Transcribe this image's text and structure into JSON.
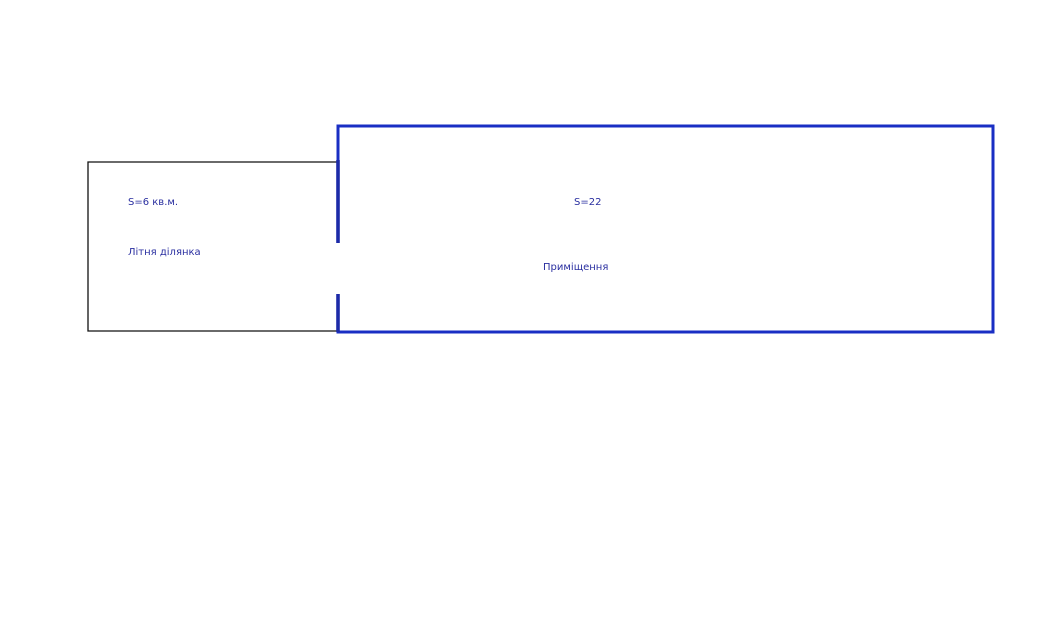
{
  "plan": {
    "summer_area": {
      "area": "S=6 кв.м.",
      "name": "Літня ділянка"
    },
    "room": {
      "area": "S=22",
      "name": "Приміщення"
    }
  },
  "colors": {
    "room_wall": "#1a2fc4",
    "summer_outline": "#111111",
    "label": "#2a2fa0"
  }
}
